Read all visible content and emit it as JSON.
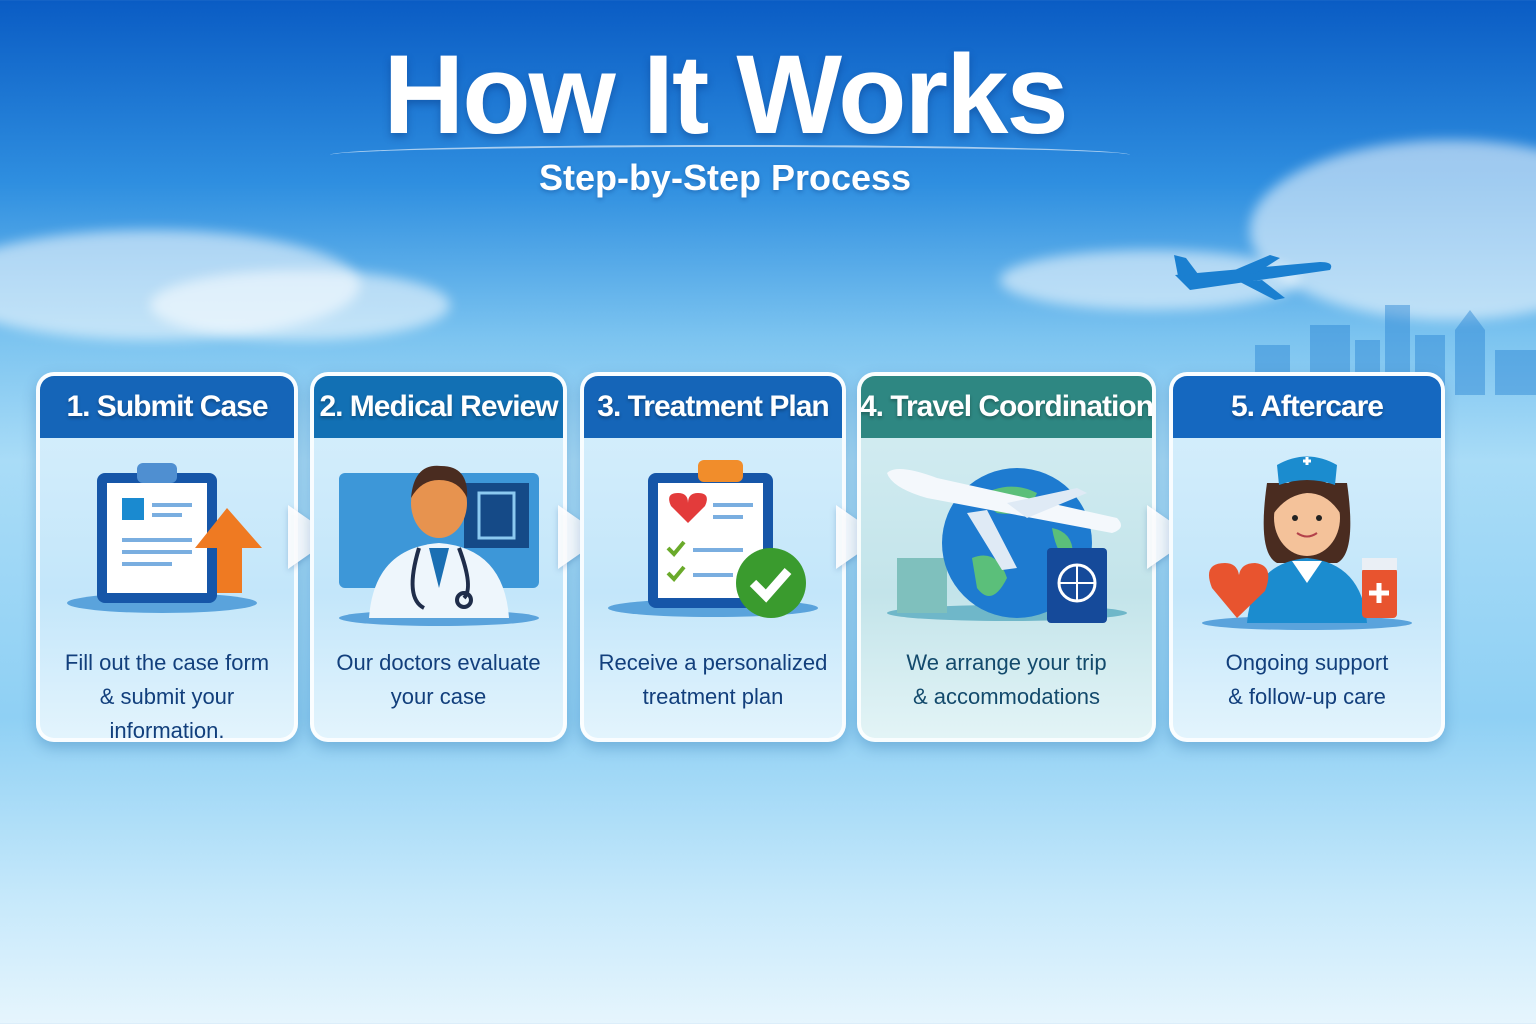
{
  "header": {
    "title": "How It Works",
    "subtitle": "Step-by-Step Process"
  },
  "steps": [
    {
      "title": "1. Submit Case",
      "line1": "Fill out the case form",
      "line2": "& submit your information.",
      "icon": "clipboard-upload-icon",
      "color": "#1565b8"
    },
    {
      "title": "2. Medical Review",
      "line1": "Our doctors evaluate",
      "line2": "your case",
      "icon": "doctor-icon",
      "color": "#1270b4"
    },
    {
      "title": "3. Treatment Plan",
      "line1": "Receive a personalized",
      "line2": "treatment plan",
      "icon": "clipboard-check-icon",
      "color": "#1565b8"
    },
    {
      "title": "4. Travel Coordination",
      "line1": "We arrange your trip",
      "line2": "& accommodations",
      "icon": "globe-plane-icon",
      "color": "#2e8782"
    },
    {
      "title": "5. Aftercare",
      "line1": "Ongoing support",
      "line2": "& follow-up care",
      "icon": "nurse-icon",
      "color": "#1568c0"
    }
  ]
}
